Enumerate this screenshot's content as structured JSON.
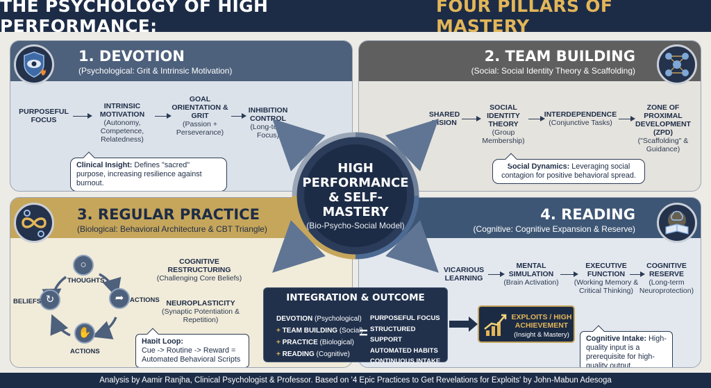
{
  "title": {
    "part1": "THE PSYCHOLOGY OF HIGH PERFORMANCE:",
    "part2": "FOUR PILLARS OF MASTERY"
  },
  "pillar1": {
    "title": "1. DEVOTION",
    "subtitle": "(Psychological: Grit & Intrinsic Motivation)",
    "icon": "eye-shield-flame-icon",
    "nodes": [
      {
        "title": "PURPOSEFUL FOCUS",
        "sub": ""
      },
      {
        "title": "INTRINSIC MOTIVATION",
        "sub": "(Autonomy, Competence, Relatedness)"
      },
      {
        "title": "GOAL ORIENTATION & GRIT",
        "sub": "(Passion + Perseverance)"
      },
      {
        "title": "INHIBITION CONTROL",
        "sub": "(Long-term Focus)"
      }
    ],
    "insight_label": "Clinical Insight:",
    "insight_text": "Defines \"sacred\" purpose, increasing resilience against burnout."
  },
  "pillar2": {
    "title": "2. TEAM BUILDING",
    "subtitle": "(Social: Social Identity Theory & Scaffolding)",
    "icon": "network-people-icon",
    "nodes": [
      {
        "title": "SHARED VISION",
        "sub": ""
      },
      {
        "title": "SOCIAL IDENTITY THEORY",
        "sub": "(Group Membership)"
      },
      {
        "title": "INTERDEPENDENCE",
        "sub": "(Conjunctive Tasks)"
      },
      {
        "title": "ZONE OF PROXIMAL DEVELOPMENT (ZPD)",
        "sub": "(\"Scaffolding\" & Guidance)"
      }
    ],
    "insight_label": "Social Dynamics:",
    "insight_text": "Leveraging social contagion for positive behavioral spread."
  },
  "pillar3": {
    "title": "3. REGULAR PRACTICE",
    "subtitle": "(Biological: Behavioral Architecture & CBT Triangle)",
    "icon": "infinity-gears-icon",
    "cycle": {
      "thoughts": "THOUGHTS",
      "actions_right": "ACTIONS",
      "actions_bottom": "ACTIONS",
      "beliefs": "BELIEFS"
    },
    "nodes": [
      {
        "title": "COGNITIVE RESTRUCTURING",
        "sub": "(Challenging Core Beliefs)"
      },
      {
        "title": "NEUROPLASTICITY",
        "sub": "(Synaptic Potentiation & Repetition)"
      }
    ],
    "insight_label": "Habit Loop:",
    "insight_text": "Cue -> Routine -> Reward = Automated Behavioral Scripts"
  },
  "pillar4": {
    "title": "4. READING",
    "subtitle": "(Cognitive: Cognitive Expansion & Reserve)",
    "icon": "book-brain-icon",
    "nodes": [
      {
        "title": "VICARIOUS LEARNING",
        "sub": ""
      },
      {
        "title": "MENTAL SIMULATION",
        "sub": "(Brain Activation)"
      },
      {
        "title": "EXECUTIVE FUNCTION",
        "sub": "(Working Memory & Critical Thinking)"
      },
      {
        "title": "COGNITIVE RESERVE",
        "sub": "(Long-term Neuroprotection)"
      }
    ],
    "insight_label": "Cognitive Intake:",
    "insight_text": "High-quality input is a prerequisite for high-quality output."
  },
  "center": {
    "title": "HIGH PERFORMANCE & SELF-MASTERY",
    "subtitle": "(Bio-Psycho-Social Model)"
  },
  "integration": {
    "title": "INTEGRATION & OUTCOME",
    "left": [
      {
        "prefix": "",
        "bold": "DEVOTION",
        "rest": " (Psychological)"
      },
      {
        "prefix": "+ ",
        "bold": "TEAM BUILDING",
        "rest": " (Social)"
      },
      {
        "prefix": "+ ",
        "bold": "PRACTICE",
        "rest": " (Biological)"
      },
      {
        "prefix": "+ ",
        "bold": "READING",
        "rest": " (Cognitive)"
      }
    ],
    "equals": "=",
    "right": [
      "PURPOSEFUL FOCUS",
      "STRUCTURED SUPPORT",
      "AUTOMATED HABITS",
      "CONTINUOUS INTAKE"
    ]
  },
  "exploits": {
    "title": "EXPLOITS / HIGH ACHIEVEMENT",
    "sub": "(Insight & Mastery)",
    "icon": "trophy-chart-icon"
  },
  "footer": "Analysis by Aamir Ranjha, Clinical Psychologist & Professor. Based on '4 Epic Practices to Get Revelations for Exploits' by John-Mabun Adesoga"
}
